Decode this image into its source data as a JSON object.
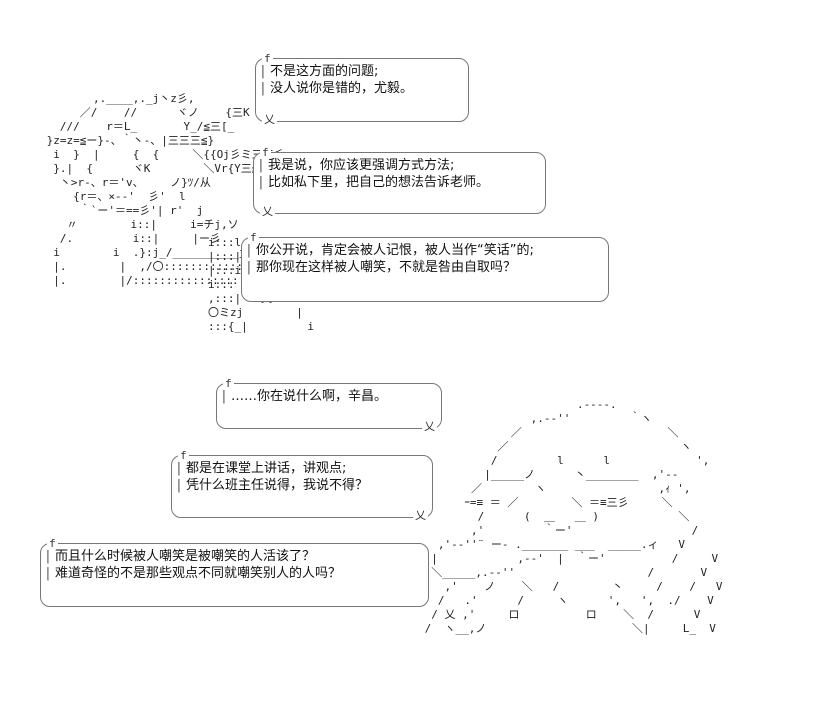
{
  "speech": {
    "b1": {
      "lines": [
        "不是这方面的问题;",
        "没人说你是错的，尤毅。"
      ]
    },
    "b2": {
      "lines": [
        "我是说，你应该更强调方式方法;",
        "比如私下里，把自己的想法告诉老师。"
      ]
    },
    "b3": {
      "lines": [
        "你公开说，肯定会被人记恨，被人当作“笑话”的;",
        "那你现在这样被人嘲笑，不就是咎由自取吗？"
      ]
    },
    "b4": {
      "lines": [
        "……你在说什么啊，辛昌。"
      ]
    },
    "b5": {
      "lines": [
        "都是在课堂上讲话，讲观点;",
        "凭什么班主任说得，我说不得？"
      ]
    },
    "b6": {
      "lines": [
        "而且什么时候被人嘲笑是被嘲笑的人活该了？",
        "难道奇怪的不是那些观点不同就嘲笑别人的人吗？"
      ]
    }
  },
  "art": {
    "character_left": "        ,.____,._j丶z彡,\n      ／/    //      ヾノ    {三K\n   ///    r＝L_       Y_/≦三[_\n }z=z=≦ー}-、｀丶-、|三三三≦}\n  i  }  |     {  {     ＼{{Oj彡ミ三三彡\n  }.|  {      ヾK        ＼Vr{Y三≦{\n   丶>r-、r＝'v、    ノ}ﾂ/从\n     {r＝、×--'  彡'  l\n      ｀`ー'＝==彡'| r'  j\n    〃        i::|     i=チj,ソ\n   /.         i::|     |ー彡\n  i        i  .}:j_/__________j\n  |.        |  ,/〇::::::::::::::::::::::::::::::\n  |.        |/:::::::::::::::::::::::::::::::::::::",
    "character_left_right": "i:::l   f\n|:::|\n|:::i   |\ni::: l   |\n,:::|   乂\n〇ミzj        |\n:::{_|         i",
    "character_right": "                        .----.\n                 ,.-‐''         ｀ヽ\n              ／                      ＼\n            ／                          ヽ\n           /         l      l             ',\n          |_____ノ      丶________  ,'-‐\n        ／        ヽ                 ,ｨ ',\n       ｰ=≡ ＝ ／        ＼ ＝≡三彡     ＼\n         /      (  ＿   ＿ )            ＼\n        ,'         ｀ー'                  /\n   ,'-‐''¨ ー- ._______ ___  _____.ィ   V\n  |            ,-‐'  |  ｀ー'          /     V\n  ＼_____,.-‐''                    /       V\n    ,'    ノ    ＼   /        丶     /    /   V\n   /   .'      /     ヽ      ',   ',  ./    V\n  / 乂 ,'     ロ          ロ    ＼  /      V\n /  ヽ__,ノ                      ＼|     L_  V"
  }
}
